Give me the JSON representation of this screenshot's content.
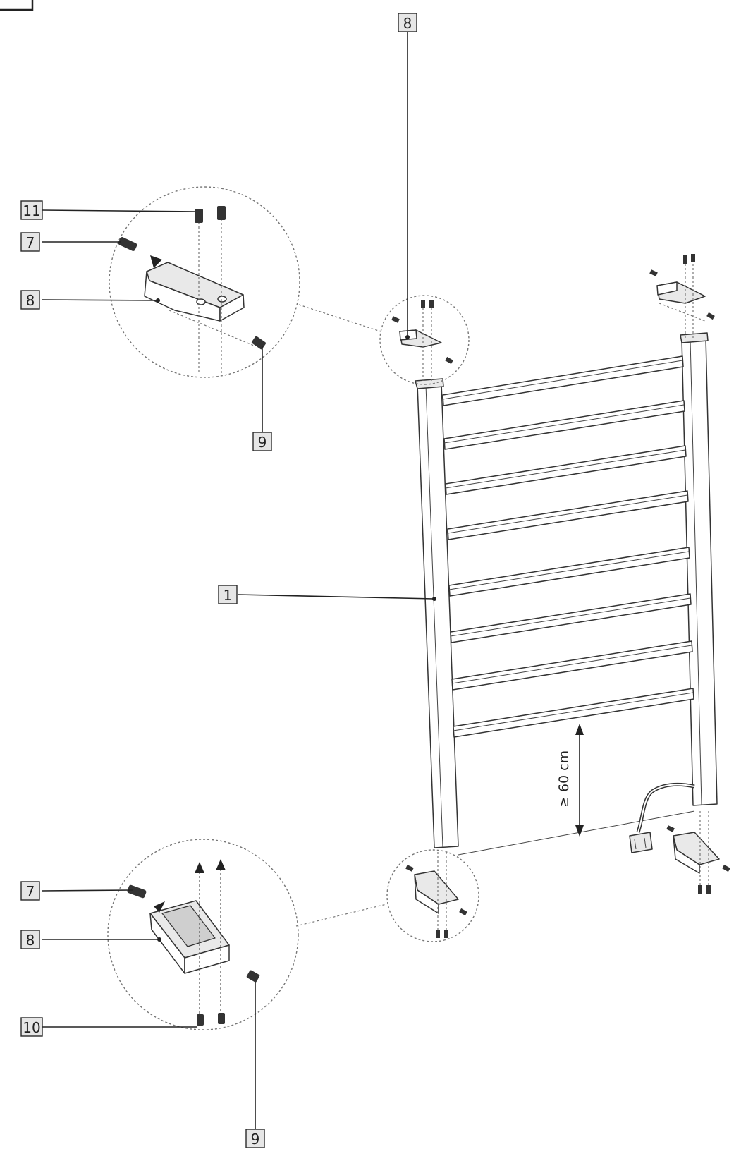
{
  "labels": {
    "l8_top": "8",
    "l11": "11",
    "l7_top": "7",
    "l8_left_top": "8",
    "l9_top": "9",
    "l1": "1",
    "l7_bottom": "7",
    "l8_left_bottom": "8",
    "l10": "10",
    "l9_bottom": "9"
  },
  "dimension": {
    "clearance": "≥ 60 cm"
  },
  "colors": {
    "line": "#333333",
    "label_fill": "#e6e6e6",
    "dashed": "#777777"
  }
}
